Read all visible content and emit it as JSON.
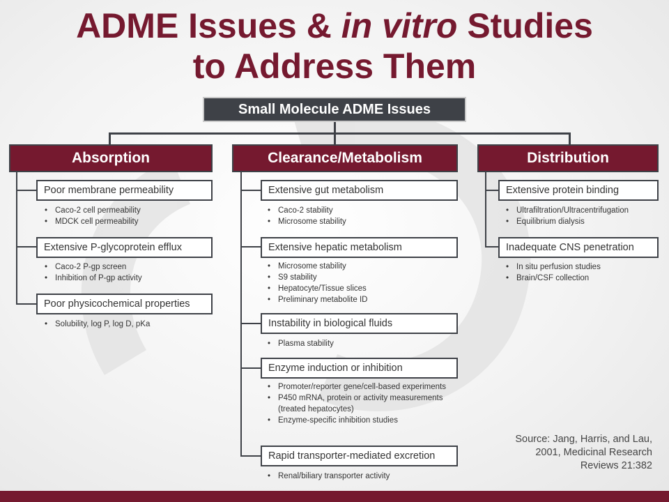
{
  "title": {
    "line1_pre": "ADME Issues & ",
    "line1_em": "in vitro",
    "line1_post": " Studies",
    "line2": "to Address Them"
  },
  "root": {
    "label": "Small Molecule ADME Issues"
  },
  "categories": [
    {
      "label": "Absorption",
      "issues": [
        {
          "label": "Poor membrane permeability",
          "studies": [
            "Caco-2 cell permeability",
            "MDCK cell permeability"
          ]
        },
        {
          "label": "Extensive P-glycoprotein efflux",
          "studies": [
            "Caco-2 P-gp screen",
            "Inhibition of P-gp activity"
          ]
        },
        {
          "label": "Poor physicochemical properties",
          "studies": [
            "Solubility, log P, log D, pKa"
          ]
        }
      ]
    },
    {
      "label": "Clearance/Metabolism",
      "issues": [
        {
          "label": "Extensive gut metabolism",
          "studies": [
            "Caco-2 stability",
            "Microsome stability"
          ]
        },
        {
          "label": "Extensive hepatic metabolism",
          "studies": [
            "Microsome stability",
            "S9 stability",
            "Hepatocyte/Tissue slices",
            "Preliminary metabolite ID"
          ]
        },
        {
          "label": "Instability in biological fluids",
          "studies": [
            "Plasma stability"
          ]
        },
        {
          "label": "Enzyme induction or inhibition",
          "studies": [
            "Promoter/reporter gene/cell-based experiments",
            "P450 mRNA, protein or activity measurements (treated hepatocytes)",
            "Enzyme-specific inhibition studies"
          ]
        },
        {
          "label": "Rapid transporter-mediated excretion",
          "studies": [
            "Renal/biliary transporter activity"
          ]
        }
      ]
    },
    {
      "label": "Distribution",
      "issues": [
        {
          "label": "Extensive protein binding",
          "studies": [
            "Ultrafiltration/Ultracentrifugation",
            "Equilibrium dialysis"
          ]
        },
        {
          "label": "Inadequate CNS penetration",
          "studies": [
            "In situ perfusion studies",
            "Brain/CSF collection"
          ]
        }
      ]
    }
  ],
  "source": {
    "line1": "Source: Jang, Harris, and Lau,",
    "line2": "2001, Medicinal Research",
    "line3": "Reviews 21:382"
  },
  "colors": {
    "brand": "#75192f",
    "dark": "#3e4147"
  }
}
